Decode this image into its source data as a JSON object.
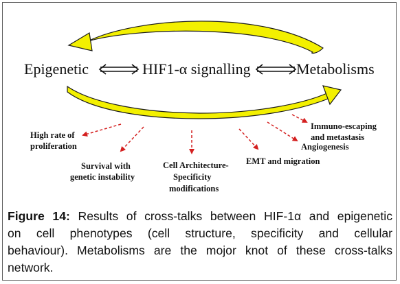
{
  "diagram": {
    "nodes": {
      "left": "Epigenetic",
      "center": "HIF1-α signalling",
      "right": "Metabolisms"
    },
    "outcomes": [
      [
        "High rate of",
        "proliferation"
      ],
      [
        "Survival with",
        "genetic instability"
      ],
      [
        "Cell Architecture-",
        "Specificity",
        "modifications"
      ],
      [
        "EMT and migration"
      ],
      [
        "Angiogenesis"
      ],
      [
        "Immuno-escaping",
        "and metastasis"
      ]
    ],
    "colors": {
      "cycle_arrow": "#f3f000",
      "cycle_outline": "#1a1a1a",
      "dashed_arrow": "#d42020"
    }
  },
  "caption": {
    "label": "Figure 14:",
    "lines": [
      " Results of cross-talks between HIF-1α and epigenetic",
      "on cell phenotypes (cell structure, specificity and cellular",
      "behaviour). Metabolisms are the mojor knot of these cross-talks",
      "network."
    ]
  }
}
